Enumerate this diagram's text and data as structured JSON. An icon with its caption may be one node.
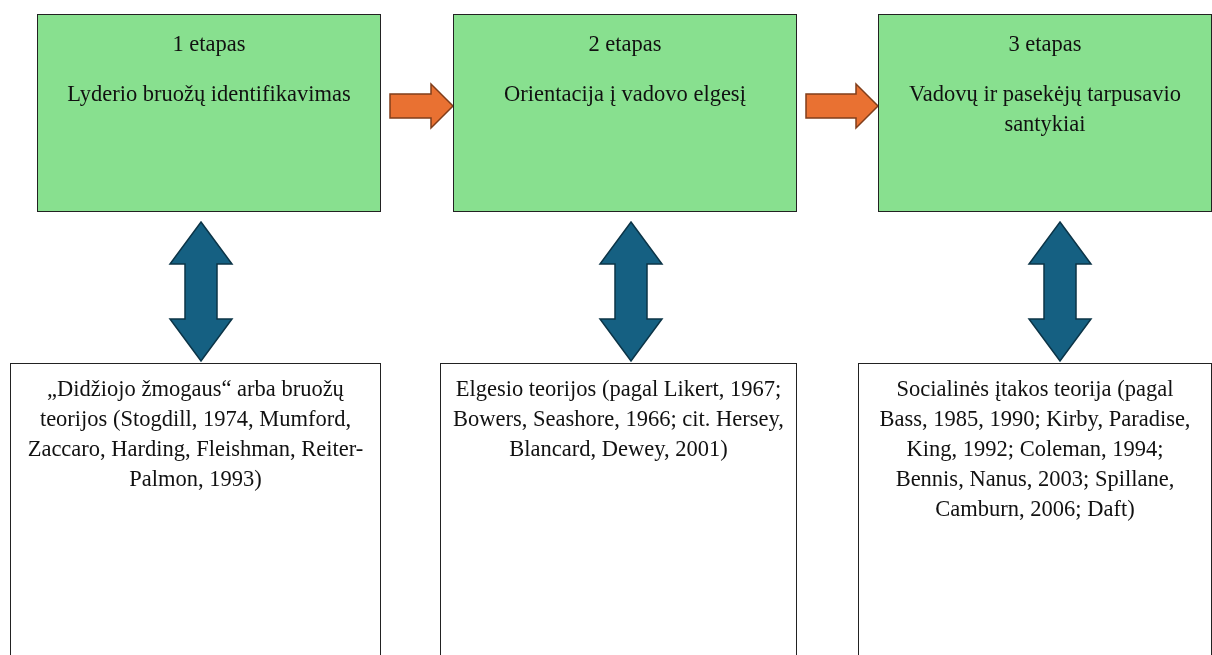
{
  "diagram": {
    "nodes": [
      {
        "text": [
          "1 etapas",
          "Lyderio bruožų identifikavimas"
        ]
      },
      {
        "text": [
          "2 etapas",
          "Orientacija į vadovo elgesį"
        ]
      },
      {
        "text": [
          "3 etapas",
          "Vadovų ir pasekėjų tarpusavio santykiai"
        ]
      },
      {
        "text": [
          "„Didžiojo žmogaus“ arba bruožų teorijos (Stogdill, 1974, Mumford, Zaccaro, Harding, Fleishman, Reiter-Palmon, 1993)"
        ]
      },
      {
        "text": [
          "Elgesio teorijos (pagal Likert, 1967; Bowers, Seashore, 1966; cit. Hersey, Blancard, Dewey, 2001)"
        ]
      },
      {
        "text": [
          "Socialinės įtakos teorija (pagal Bass, 1985, 1990; Kirby, Paradise, King, 1992; Coleman, 1994; Bennis, Nanus, 2003; Spillane, Camburn, 2006; Daft)"
        ]
      }
    ],
    "edges": [
      {
        "from": 0,
        "to": 1,
        "arrow": "to",
        "style": "thick",
        "color": "#e97132"
      },
      {
        "from": 1,
        "to": 2,
        "arrow": "to",
        "style": "thick",
        "color": "#e97132"
      },
      {
        "from": 0,
        "to": 3,
        "arrow": "both",
        "style": "thick",
        "color": "#156082"
      },
      {
        "from": 1,
        "to": 4,
        "arrow": "both",
        "style": "thick",
        "color": "#156082"
      },
      {
        "from": 2,
        "to": 5,
        "arrow": "both",
        "style": "thick",
        "color": "#156082"
      }
    ]
  }
}
